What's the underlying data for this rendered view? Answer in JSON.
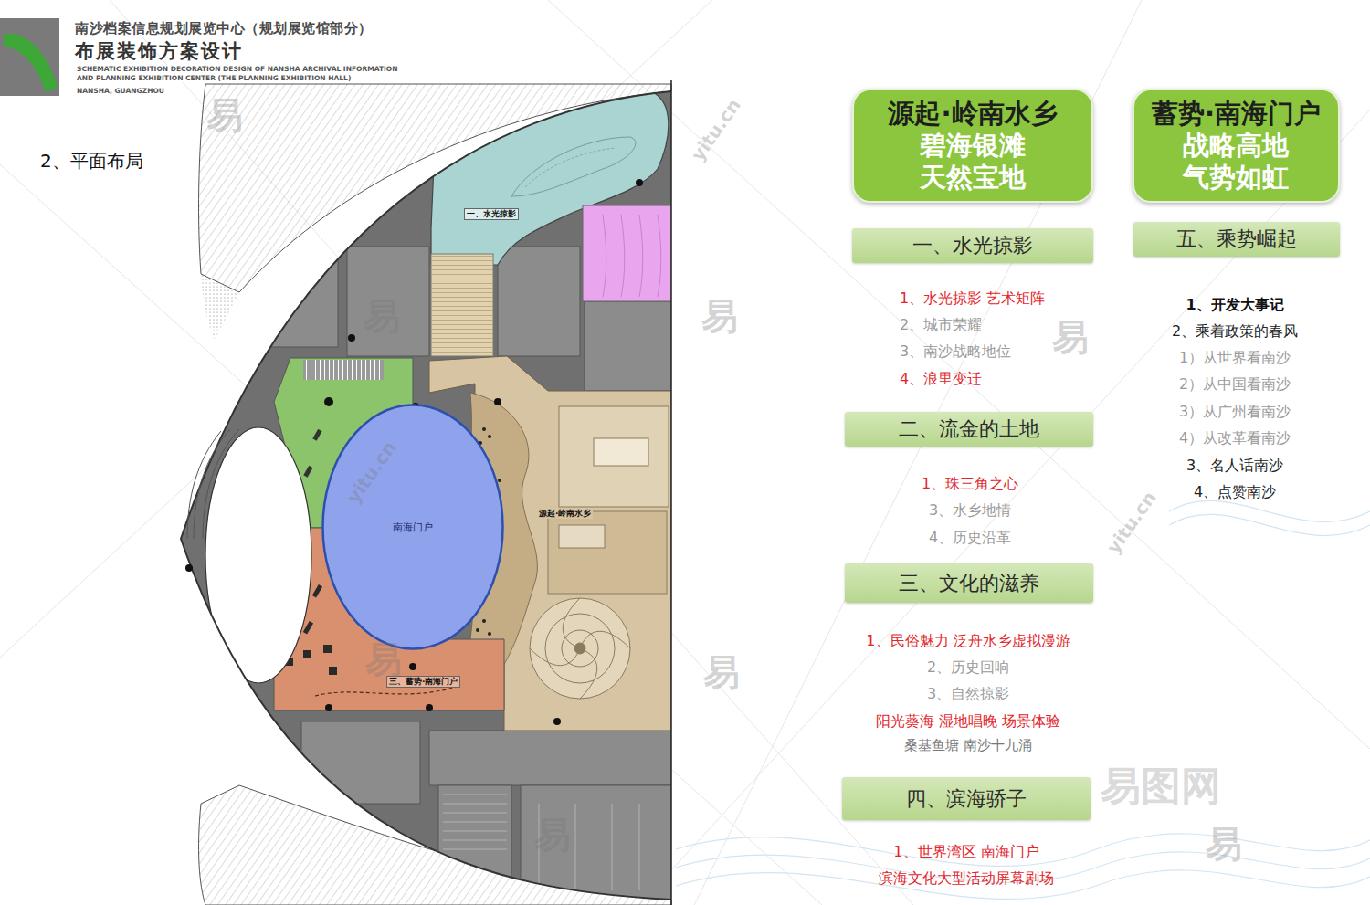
{
  "diagram": {
    "title": "南沙档案信息规划展览中心（规划展览馆部分）",
    "nodes": [
      {
        "text": [
          "南海门户"
        ]
      },
      {
        "text": [
          "源起·岭南水乡",
          "碧海银滩 天然宝地"
        ]
      },
      {
        "text": [
          "一、水光掠影"
        ]
      },
      {
        "text": [
          "二、流金的土地"
        ]
      },
      {
        "text": [
          "三、文化的滋养"
        ]
      },
      {
        "text": [
          "四、滨海骄子"
        ]
      },
      {
        "text": [
          "蓄势·南海门户",
          "战略高地 气势如虹"
        ]
      },
      {
        "text": [
          "五、乘势崛起"
        ]
      }
    ],
    "labels": [
      "布展装饰方案设计",
      "SCHEMATIC EXHIBITION DECORATION DESIGN OF NANSHA ARCHIVAL INFORMATION",
      "AND PLANNING EXHIBITION CENTER (THE PLANNING EXHIBITION HALL)",
      "NANSHA, GUANGZHOU",
      "2、平面布局",
      "一、水光掠影",
      "源起·岭南水乡",
      "三、蓄势·南海门户",
      "1、水光掠影 艺术矩阵",
      "2、城市荣耀",
      "3、南沙战略地位",
      "4、浪里变迁",
      "1、珠三角之心",
      "3、水乡地情",
      "4、历史沿革",
      "1、民俗魅力 泛舟水乡虚拟漫游",
      "2、历史回响",
      "3、自然掠影",
      "阳光葵海 湿地唱晚 场景体验",
      "桑基鱼塘 南沙十九涌",
      "1、世界湾区 南海门户",
      "滨海文化大型活动屏幕剧场",
      "1、开发大事记",
      "2、乘着政策的春风",
      "1）从世界看南沙",
      "2）从中国看南沙",
      "3）从广州看南沙",
      "4）从改革看南沙",
      "3、名人话南沙",
      "4、点赞南沙",
      "易",
      "易",
      "易",
      "易",
      "易",
      "易",
      "易",
      "易",
      "yitu.cn",
      "yitu.cn",
      "yitu.cn",
      "易图网"
    ]
  }
}
